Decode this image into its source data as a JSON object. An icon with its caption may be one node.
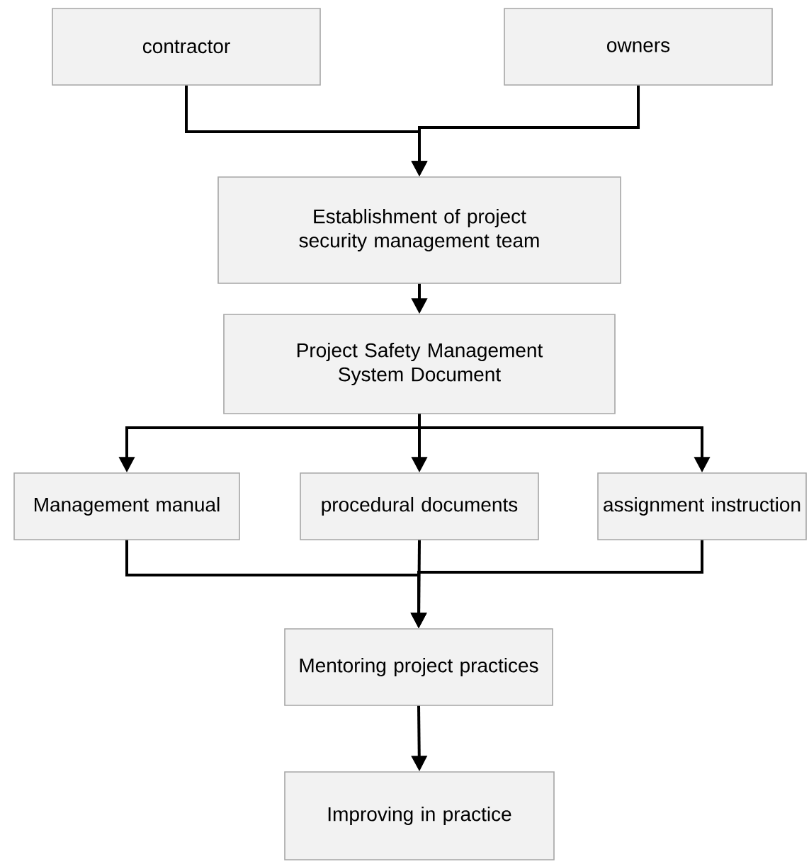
{
  "diagram": {
    "nodes": [
      {
        "text": [
          "contractor"
        ]
      },
      {
        "text": [
          "owners"
        ]
      },
      {
        "text": [
          "Establishment of project security management team"
        ]
      },
      {
        "text": [
          "Project Safety Management System Document"
        ]
      },
      {
        "text": [
          "Management manual"
        ]
      },
      {
        "text": [
          "procedural documents"
        ]
      },
      {
        "text": [
          "assignment instruction"
        ]
      },
      {
        "text": [
          "Mentoring project practices"
        ]
      },
      {
        "text": [
          "Improving in practice"
        ]
      }
    ],
    "edges": [
      {
        "from": 0,
        "to": 2,
        "arrow": "to"
      },
      {
        "from": 1,
        "to": 2,
        "arrow": "to"
      },
      {
        "from": 2,
        "to": 3,
        "arrow": "to"
      },
      {
        "from": 3,
        "to": 4,
        "arrow": "to"
      },
      {
        "from": 3,
        "to": 5,
        "arrow": "to"
      },
      {
        "from": 3,
        "to": 6,
        "arrow": "to"
      },
      {
        "from": 4,
        "to": 7,
        "arrow": "to"
      },
      {
        "from": 5,
        "to": 7,
        "arrow": "to"
      },
      {
        "from": 6,
        "to": 7,
        "arrow": "to"
      },
      {
        "from": 7,
        "to": 8,
        "arrow": "to"
      }
    ]
  }
}
